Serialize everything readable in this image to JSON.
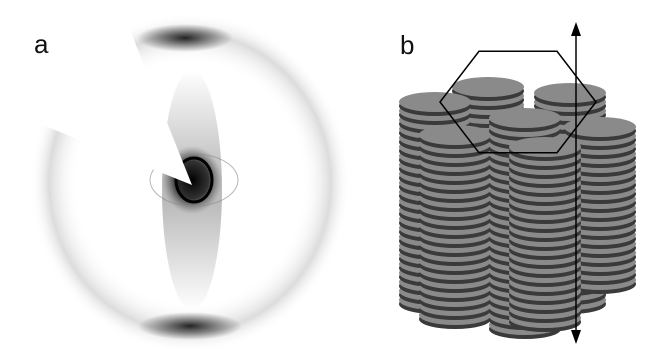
{
  "figure": {
    "panel_a": {
      "label": "a",
      "content": "x-ray-diffraction-pattern"
    },
    "panel_b": {
      "label": "b",
      "content": "hexagonal-columnar-disc-stack"
    }
  },
  "colors": {
    "background": "#ffffff",
    "scatter_dark": "#111111",
    "disc_top": "#8a8a8a",
    "disc_side": "#3a3a3a",
    "outline": "#000000"
  }
}
